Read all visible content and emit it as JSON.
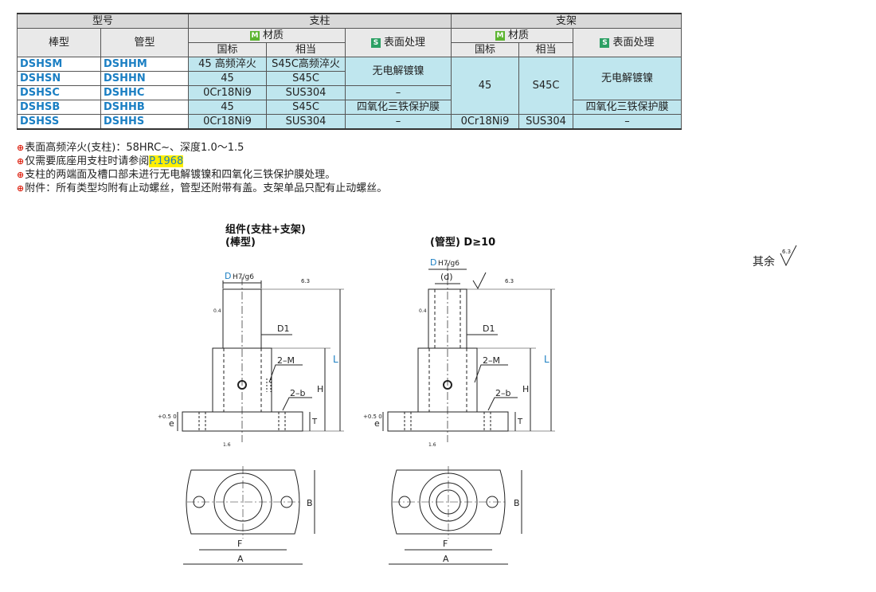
{
  "table": {
    "group_model": "型号",
    "group_post": "支柱",
    "group_bracket": "支架",
    "col_rod": "棒型",
    "col_tube": "管型",
    "material_label": "材质",
    "surface_label": "表面处理",
    "badge_m": "M",
    "badge_s": "S",
    "sub_gb": "国标",
    "sub_equiv": "相当",
    "rows": [
      {
        "rod": "DSHSM",
        "tube": "DSHHM",
        "post_gb": "45 高频淬火",
        "post_eq": "S45C高频淬火"
      },
      {
        "rod": "DSHSN",
        "tube": "DSHHN",
        "post_gb": "45",
        "post_eq": "S45C"
      },
      {
        "rod": "DSHSC",
        "tube": "DSHHC",
        "post_gb": "0Cr18Ni9",
        "post_eq": "SUS304"
      },
      {
        "rod": "DSHSB",
        "tube": "DSHHB",
        "post_gb": "45",
        "post_eq": "S45C"
      },
      {
        "rod": "DSHSS",
        "tube": "DSHHS",
        "post_gb": "0Cr18Ni9",
        "post_eq": "SUS304"
      }
    ],
    "post_surface": [
      "无电解镀镍",
      "–",
      "四氧化三铁保护膜",
      "–"
    ],
    "bracket_gb_a": "45",
    "bracket_eq_a": "S45C",
    "bracket_surface_a": "无电解镀镍",
    "bracket_surface_b": "四氧化三铁保护膜",
    "bracket_gb_b": "0Cr18Ni9",
    "bracket_eq_b": "SUS304",
    "bracket_surface_c": "–"
  },
  "notes": {
    "icon": "⊕",
    "n1": "表面高频淬火(支柱)：58HRC~、深度1.0～1.5",
    "n2_pre": "仅需要底座用支柱时请参阅",
    "n2_link": "P.1968",
    "n3": "支柱的两端面及槽口部未进行无电解镀镍和四氧化三铁保护膜处理。",
    "n4": "附件：所有类型均附有止动螺丝，管型还附带有盖。支架单品只配有止动螺丝。"
  },
  "drawing": {
    "title_rod_1": "组件(支柱+支架)",
    "title_rod_2": "(棒型)",
    "title_tube": "(管型) D≥10",
    "rest": "其余",
    "rough": "6.3",
    "dim_D": "D",
    "dim_fit": "H7/g6",
    "dim_d": "(d)",
    "dim_D1": "D1",
    "dim_M": "2–M",
    "dim_b": "2–b",
    "dim_H": "H",
    "dim_L": "L",
    "dim_T": "T",
    "dim_e": "e",
    "dim_tol": "+0.5 0",
    "dim_B": "B",
    "dim_F": "F",
    "dim_A": "A",
    "r04": "0.4",
    "r16": "1.6"
  },
  "colors": {
    "cyan": "#bfe6ee",
    "blue": "#1b7fc3",
    "highlight": "#ffef00"
  }
}
